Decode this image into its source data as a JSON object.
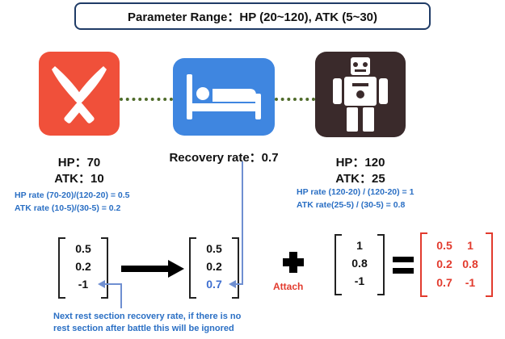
{
  "title": "Parameter Range：HP (20~120), ATK (5~30)",
  "player": {
    "icon": "crossed-knives-icon",
    "color": "#f0503a",
    "hp": "HP：70",
    "atk": "ATK：10",
    "hp_rate": "HP rate (70-20)/(120-20) = 0.5",
    "atk_rate": "ATK rate (10-5)/(30-5) = 0.2"
  },
  "rest": {
    "icon": "bed-icon",
    "color": "#3f86e0",
    "recovery": "Recovery rate：0.7"
  },
  "enemy": {
    "icon": "robot-icon",
    "color": "#3a2a2b",
    "hp": "HP：120",
    "atk": "ATK：25",
    "hp_rate": "HP rate (120-20) / (120-20) = 1",
    "atk_rate": "ATK rate(25-5) / (30-5) = 0.8"
  },
  "matrix_input": [
    "0.5",
    "0.2",
    "-1"
  ],
  "matrix_updated": [
    "0.5",
    "0.2",
    "0.7"
  ],
  "matrix_enemy": [
    "1",
    "0.8",
    "-1"
  ],
  "matrix_result": [
    [
      "0.5",
      "1"
    ],
    [
      "0.2",
      "0.8"
    ],
    [
      "0.7",
      "-1"
    ]
  ],
  "attach_label": "Attach",
  "note": {
    "line1": "Next rest section recovery rate, if there is no",
    "line2": "rest section after battle this will be ignored"
  },
  "colors": {
    "blue_text": "#2a6fc4",
    "red": "#e23b2e",
    "arrow": "#6f8fd1"
  }
}
